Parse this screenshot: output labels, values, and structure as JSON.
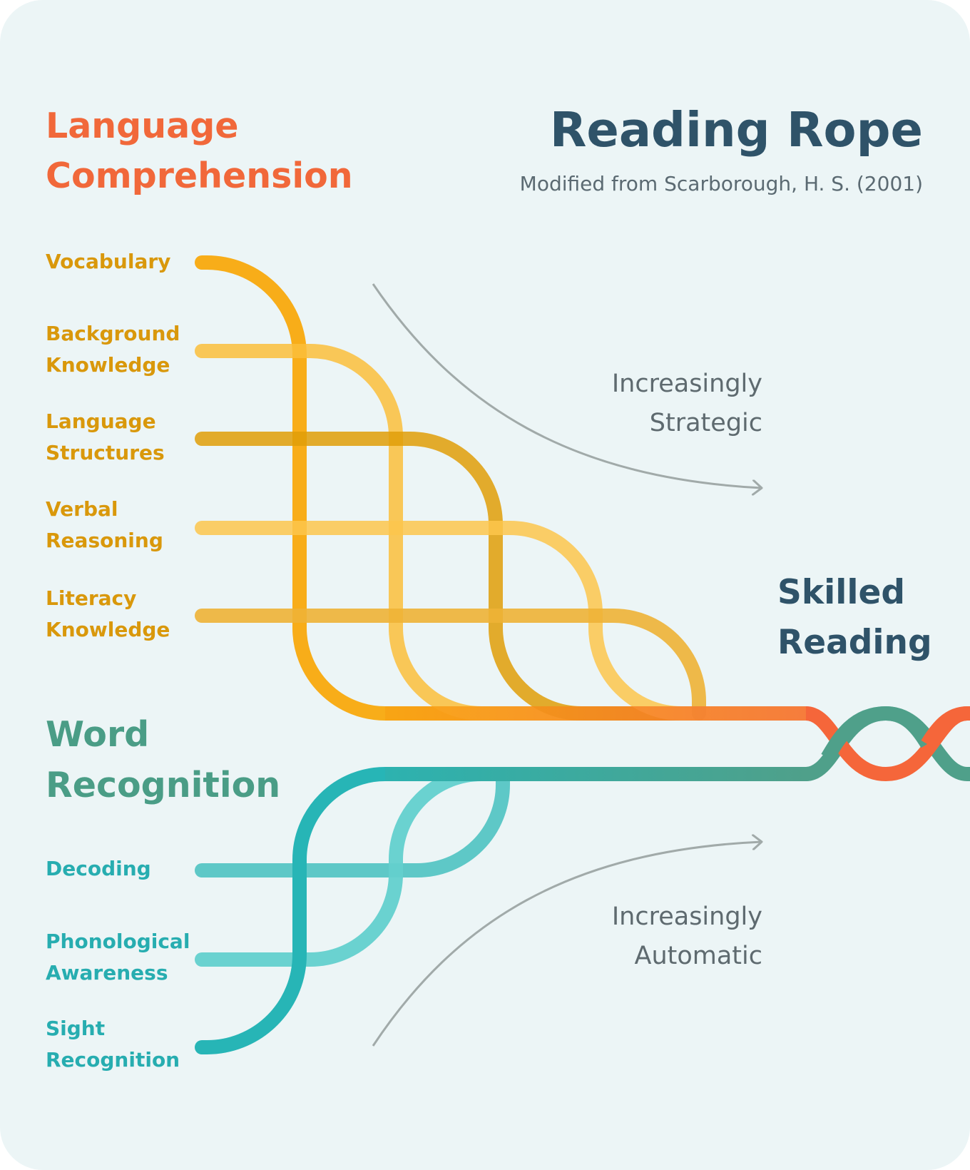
{
  "title": "Reading Rope",
  "subtitle": "Modified from Scarborough, H. S. (2001)",
  "language_comprehension": {
    "title_lines": [
      "Language",
      "Comprehension"
    ],
    "strands": [
      {
        "lines": [
          "Vocabulary"
        ],
        "color": "#f9a90d"
      },
      {
        "lines": [
          "Background",
          "Knowledge"
        ],
        "color": "#fbbe3b"
      },
      {
        "lines": [
          "Language",
          "Structures"
        ],
        "color": "#e09e08"
      },
      {
        "lines": [
          "Verbal",
          "Reasoning"
        ],
        "color": "#fdc64c"
      },
      {
        "lines": [
          "Literacy",
          "Knowledge"
        ],
        "color": "#eeb236"
      }
    ],
    "label_color": "#d9980b",
    "title_color": "#f1683a"
  },
  "word_recognition": {
    "title_lines": [
      "Word",
      "Recognition"
    ],
    "strands": [
      {
        "lines": [
          "Decoding"
        ],
        "color": "#56c5c4"
      },
      {
        "lines": [
          "Phonological",
          "Awareness"
        ],
        "color": "#63d0cd"
      },
      {
        "lines": [
          "Sight",
          "Recognition"
        ],
        "color": "#27b5b6"
      }
    ],
    "label_color": "#27adb0",
    "title_color": "#4a9d86"
  },
  "outcome": {
    "lines": [
      "Skilled",
      "Reading"
    ]
  },
  "arrows": {
    "strategic": {
      "lines": [
        "Increasingly",
        "Strategic"
      ]
    },
    "automatic": {
      "lines": [
        "Increasingly",
        "Automatic"
      ]
    }
  },
  "colors": {
    "background": "#ecf5f6",
    "title": "#2f5369",
    "orange_rope": "#f5663a",
    "green_rope": "#4fa08a",
    "arrow": "#a1aaa9"
  }
}
